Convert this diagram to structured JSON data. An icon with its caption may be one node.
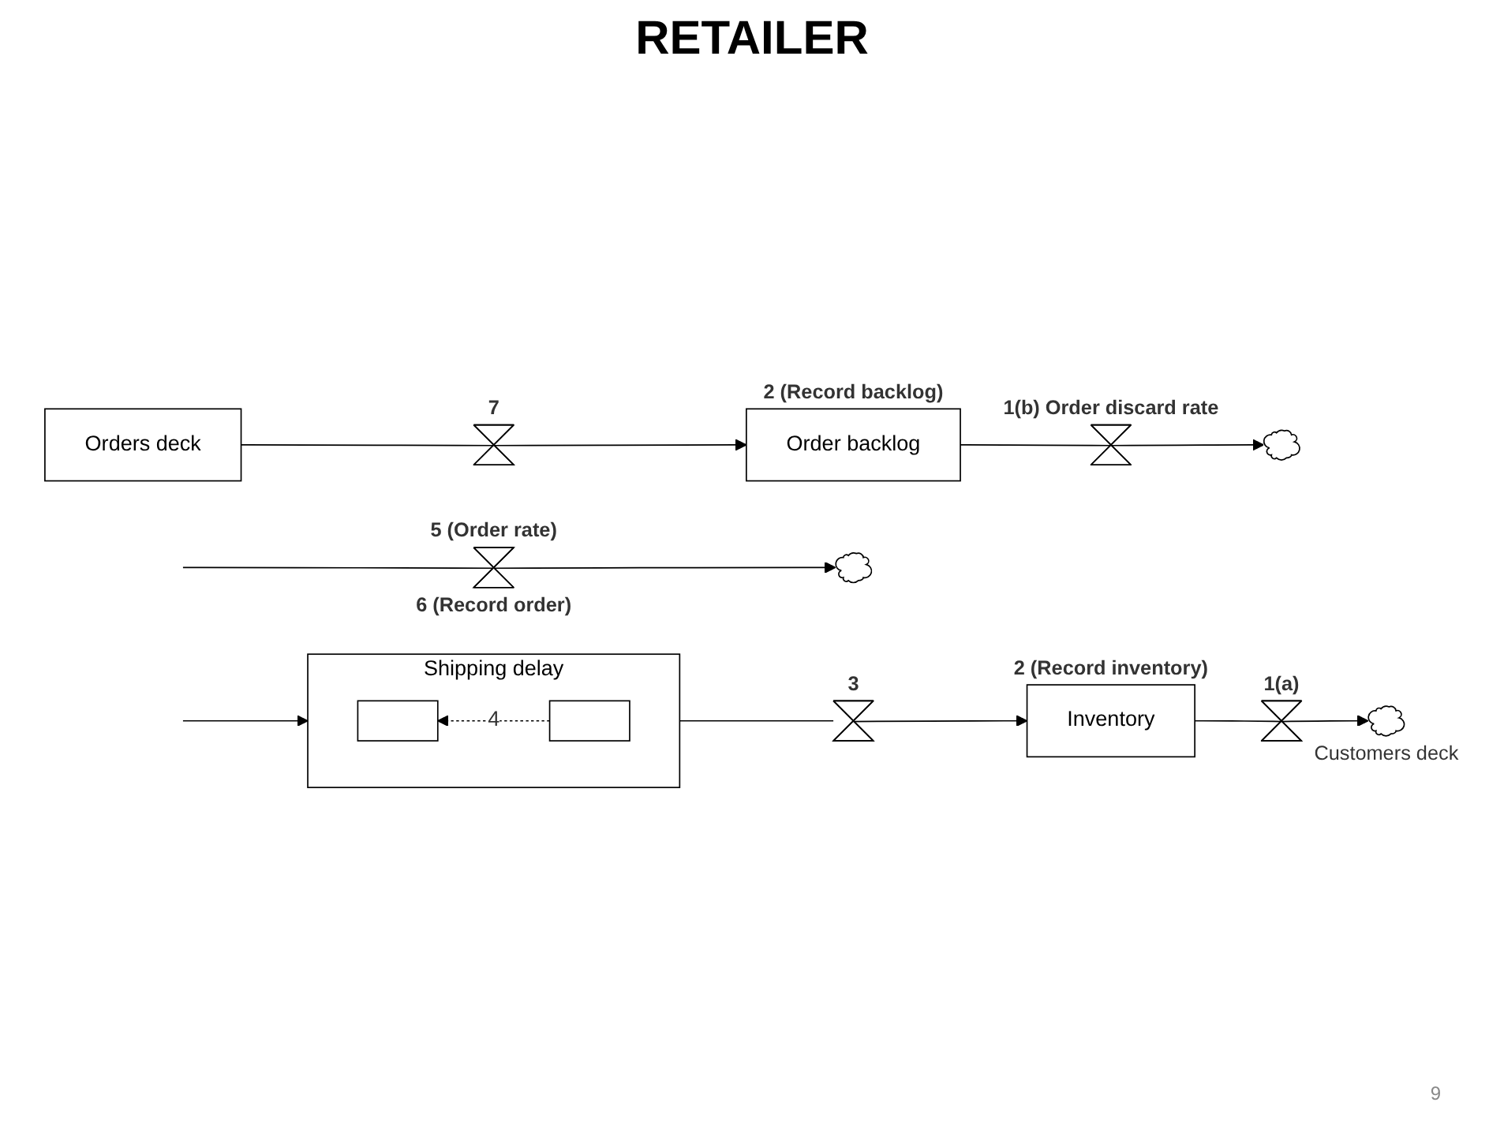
{
  "diagram": {
    "title": "RETAILER",
    "nodes": [
      {
        "text": [
          "Orders deck"
        ]
      },
      {
        "text": [],
        "shape": "valve",
        "beside": [
          "7"
        ]
      },
      {
        "text": [
          "Order backlog"
        ],
        "beside": [
          "2 (Record backlog)"
        ]
      },
      {
        "text": [],
        "shape": "valve",
        "beside": [
          "1(b) Order discard rate"
        ]
      },
      {
        "text": [],
        "shape": "cloud"
      },
      {
        "text": [],
        "shape": "valve",
        "beside": [
          "5 (Order rate)",
          "6 (Record order)"
        ]
      },
      {
        "text": [],
        "shape": "cloud"
      },
      {
        "text": [],
        "shape": "cloud",
        "beside": [
          "Customers deck"
        ]
      },
      {
        "text": [],
        "shape": "valve",
        "beside": [
          "1(a)"
        ]
      },
      {
        "text": [
          "Inventory"
        ],
        "beside": [
          "2 (Record inventory)"
        ]
      },
      {
        "text": [],
        "shape": "valve",
        "beside": [
          "3"
        ]
      },
      {
        "text": [
          "Shipping delay"
        ]
      },
      {
        "text": [],
        "shape": "box",
        "in": 11
      },
      {
        "text": [],
        "shape": "box",
        "in": 11
      }
    ],
    "edges": [
      {
        "from": 0,
        "to": 1,
        "arrow": "none"
      },
      {
        "from": 1,
        "to": 2,
        "arrow": "to"
      },
      {
        "from": 2,
        "to": 3,
        "arrow": "none"
      },
      {
        "from": 3,
        "to": 4,
        "arrow": "to"
      },
      {
        "from": null,
        "to": 5,
        "arrow": "none"
      },
      {
        "from": 5,
        "to": 6,
        "arrow": "to"
      },
      {
        "from": null,
        "to": 11,
        "arrow": "to"
      },
      {
        "from": 11,
        "to": 10,
        "arrow": "none"
      },
      {
        "from": 10,
        "to": 9,
        "arrow": "to"
      },
      {
        "from": 9,
        "to": 8,
        "arrow": "none"
      },
      {
        "from": 8,
        "to": 7,
        "arrow": "to"
      },
      {
        "from": 13,
        "to": 12,
        "arrow": "to",
        "label": "4",
        "style": "dashed"
      }
    ],
    "labels": [
      "9"
    ]
  }
}
